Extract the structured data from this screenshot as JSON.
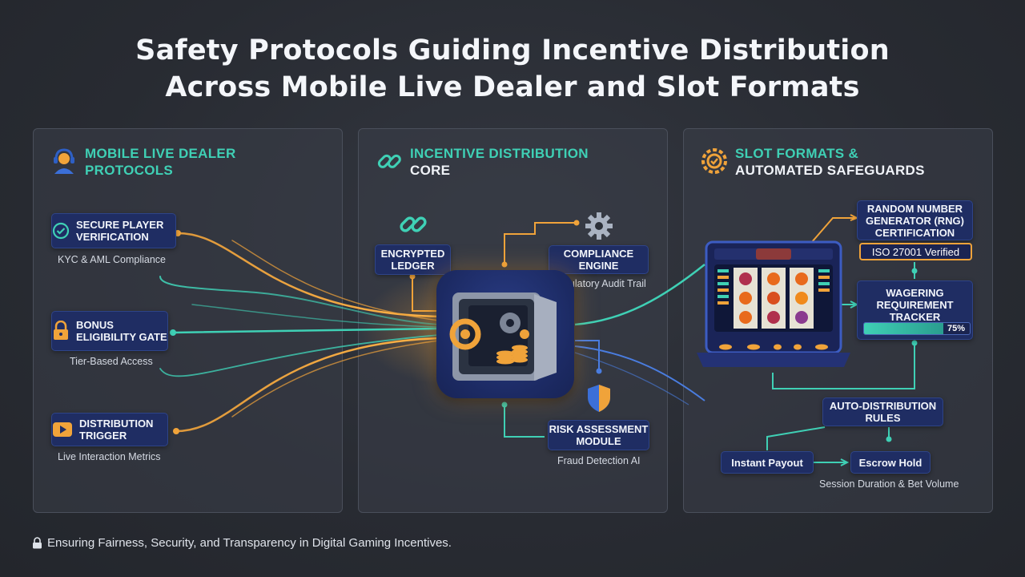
{
  "title": {
    "line1": "Safety Protocols Guiding Incentive Distribution",
    "line2": "Across Mobile Live Dealer and Slot Formats"
  },
  "panels": {
    "left": {
      "heading_line1": "MOBILE LIVE DEALER",
      "heading_line2": "PROTOCOLS",
      "icon": "headset-dealer-icon",
      "nodes": [
        {
          "label": "SECURE PLAYER VERIFICATION",
          "caption": "KYC & AML Compliance",
          "icon": "check-circle-icon"
        },
        {
          "label": "BONUS ELIGIBILITY GATE",
          "caption": "Tier-Based Access",
          "icon": "padlock-icon"
        },
        {
          "label": "DISTRIBUTION TRIGGER",
          "caption": "Live Interaction Metrics",
          "icon": "play-icon"
        }
      ]
    },
    "center": {
      "heading_line1": "INCENTIVE DISTRIBUTION",
      "heading_line2": "CORE",
      "icon": "chain-link-icon",
      "core_icon": "vault-safe-icon",
      "nodes": [
        {
          "label": "ENCRYPTED LEDGER",
          "icon": "chain-link-icon"
        },
        {
          "label": "COMPLIANCE ENGINE",
          "caption": "Regulatory Audit Trail",
          "icon": "gear-icon"
        },
        {
          "label": "RISK ASSESSMENT MODULE",
          "caption": "Fraud Detection AI",
          "icon": "shield-icon"
        }
      ]
    },
    "right": {
      "heading_line1": "SLOT FORMATS &",
      "heading_line2": "AUTOMATED SAFEGUARDS",
      "icon": "gear-badge-icon",
      "slot_icon": "slot-machine-icon",
      "rng": {
        "label": "RANDOM NUMBER GENERATOR (RNG) CERTIFICATION",
        "badge": "ISO 27001 Verified"
      },
      "wagering": {
        "label": "WAGERING REQUIREMENT TRACKER",
        "progress": 0.75,
        "progress_label": "75%"
      },
      "auto_rules": {
        "label": "AUTO-DISTRIBUTION RULES"
      },
      "instant_payout": {
        "label": "Instant Payout"
      },
      "escrow_hold": {
        "label": "Escrow Hold"
      },
      "bottom_caption": "Session Duration & Bet Volume"
    }
  },
  "footer": {
    "text": "Ensuring Fairness, Security, and Transparency in Digital Gaming Incentives.",
    "icon": "lock-icon"
  },
  "colors": {
    "background": "#2a2d34",
    "teal": "#3fd0b5",
    "orange": "#f0a33a",
    "node_blue": "#1f2d63",
    "accent_blue": "#4a7de0"
  }
}
